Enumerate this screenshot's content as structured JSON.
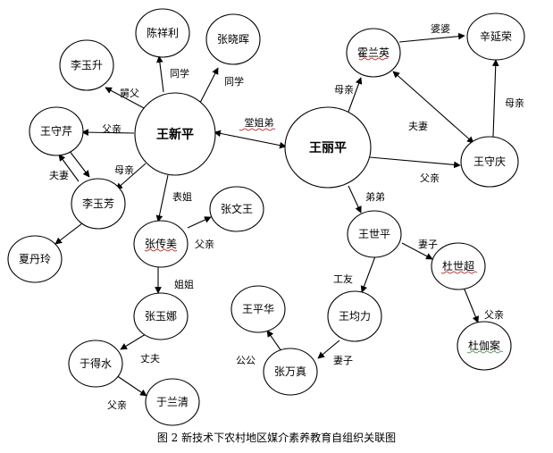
{
  "nodes": {
    "wang_xinping": "王新平",
    "wang_liping": "王丽平",
    "chen_xiangli": "陈祥利",
    "zhang_xiaohui": "张晓晖",
    "li_yusheng": "李玉升",
    "wang_shouqin": "王守芹",
    "li_yufang": "李玉芳",
    "xia_danling": "夏丹玲",
    "zhang_chuanmei": "张传美",
    "zhang_wenwang": "张文王",
    "zhang_yuna": "张玉娜",
    "yu_deshui": "于得水",
    "yu_lanqing": "于兰清",
    "wang_pinghua": "王平华",
    "wang_junli": "王均力",
    "zhang_wanzhen": "张万真",
    "wang_shiping": "王世平",
    "du_shichao": "杜世超",
    "du_jiaxin": "杜伽案",
    "huo_lanying": "霍兰英",
    "xing_yanrong": "辛延荣",
    "wang_shouqing": "王守庆"
  },
  "edge_labels": {
    "uncle": "舅父",
    "classmate1": "同学",
    "classmate2": "同学",
    "father1": "父亲",
    "couple1": "夫妻",
    "mother1": "母亲",
    "cousin": "堂姐弟",
    "biaojie": "表姐",
    "father2": "父亲",
    "jiejie": "姐姐",
    "husband": "丈夫",
    "father3": "父亲",
    "mother2": "母亲",
    "popo": "婆婆",
    "couple2": "夫妻",
    "mother3": "母亲",
    "father4": "父亲",
    "brother": "弟弟",
    "wife1": "妻子",
    "father5": "父亲",
    "coworker": "工友",
    "gonggong": "公公",
    "wife2": "妻子"
  },
  "caption": "图 2  新技术下农村地区媒介素养教育自组织关联图"
}
